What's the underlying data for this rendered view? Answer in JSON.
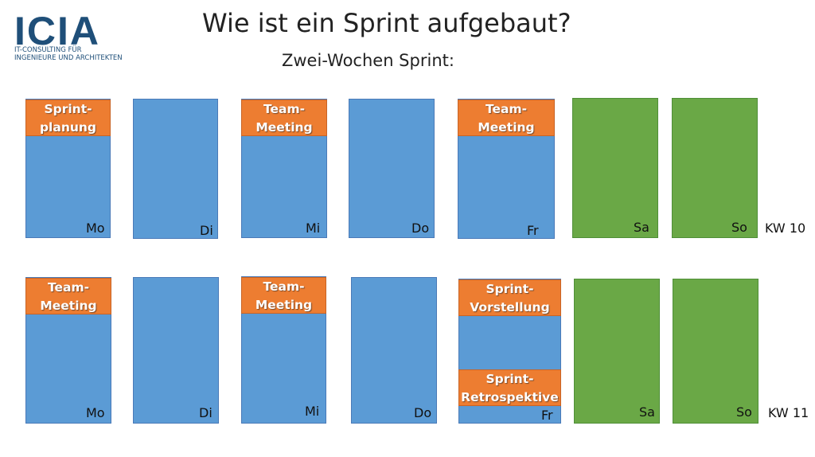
{
  "logo": {
    "name": "ICIA",
    "tagline_line1": "IT-CONSULTING FÜR",
    "tagline_line2": "INGENIEURE UND ARCHITEKTEN"
  },
  "header": {
    "title": "Wie ist ein Sprint aufgebaut?",
    "subtitle": "Zwei-Wochen Sprint:"
  },
  "week1": {
    "label": "KW 10",
    "days": [
      {
        "label": "Mo",
        "events": [
          [
            "Sprint-",
            "planung"
          ]
        ]
      },
      {
        "label": "Di",
        "events": []
      },
      {
        "label": "Mi",
        "events": [
          [
            "Team-",
            "Meeting"
          ]
        ]
      },
      {
        "label": "Do",
        "events": []
      },
      {
        "label": "Fr",
        "events": [
          [
            "Team-",
            "Meeting"
          ]
        ]
      },
      {
        "label": "Sa",
        "events": []
      },
      {
        "label": "So",
        "events": []
      }
    ]
  },
  "week2": {
    "label": "KW 11",
    "days": [
      {
        "label": "Mo",
        "events": [
          [
            "Team-",
            "Meeting"
          ]
        ]
      },
      {
        "label": "Di",
        "events": []
      },
      {
        "label": "Mi",
        "events": [
          [
            "Team-",
            "Meeting"
          ]
        ]
      },
      {
        "label": "Do",
        "events": []
      },
      {
        "label": "Fr",
        "events": [
          [
            "Sprint-",
            "Vorstellung"
          ],
          [
            "Sprint-",
            "Retrospektive"
          ]
        ]
      },
      {
        "label": "Sa",
        "events": []
      },
      {
        "label": "So",
        "events": []
      }
    ]
  },
  "colors": {
    "workday": "#5b9bd5",
    "weekend": "#6aa846",
    "event": "#ed7d31"
  }
}
